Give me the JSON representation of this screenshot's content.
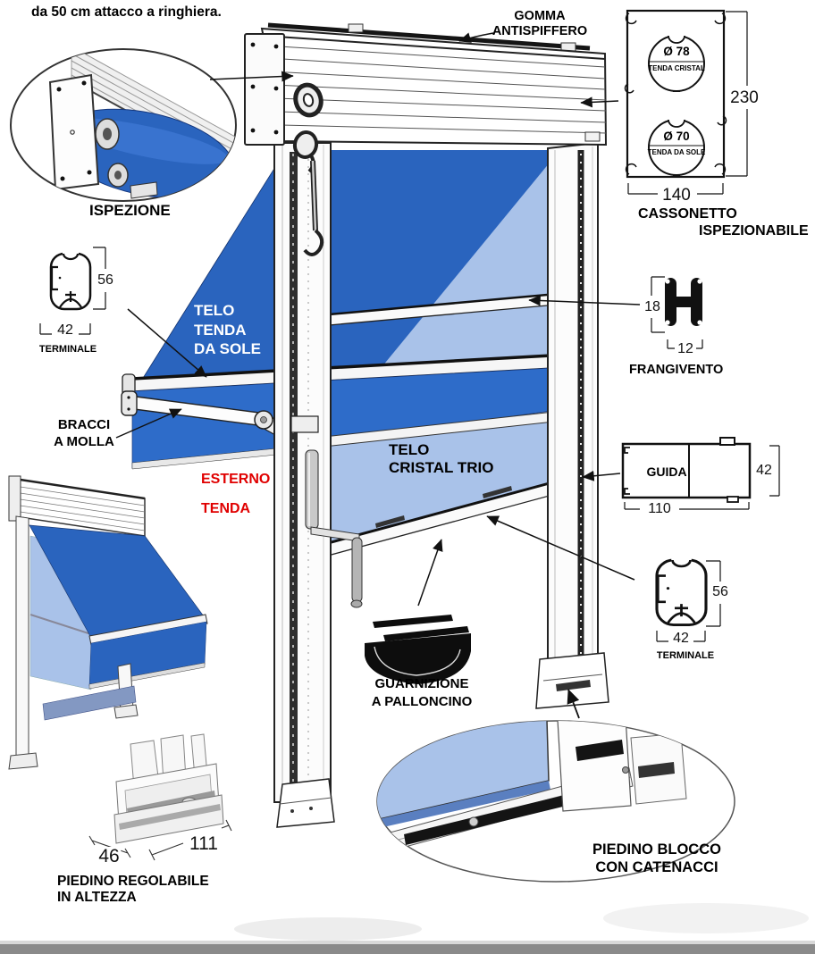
{
  "title": "da 50 cm attacco a ringhiera.",
  "colors": {
    "awning_dark_blue": "#2A64BE",
    "valance_blue": "#2E6CC9",
    "cristal_light_blue": "#A9C2E9",
    "accent_red": "#E00000",
    "line_black": "#111111",
    "footer_gray": "#8A8A8A"
  },
  "callouts": {
    "ispezione": {
      "label": "ISPEZIONE"
    },
    "gomma_antispiffero": {
      "label": "GOMMA\nANTISPIFFERO"
    },
    "cassonetto": {
      "caption_line1": "CASSONETTO",
      "caption_line2": "ISPEZIONABILE",
      "dim_height": "230",
      "dim_width": "140",
      "roller_cristal_diameter": "Ø 78",
      "roller_cristal_name": "TENDA CRISTAL",
      "roller_sole_diameter": "Ø 70",
      "roller_sole_name": "TENDA DA SOLE"
    },
    "terminale_left": {
      "label": "TERMINALE",
      "dim_height": "56",
      "dim_width": "42"
    },
    "telo_tenda_da_sole": {
      "label": "TELO\nTENDA\nDA SOLE"
    },
    "bracci_a_molla": {
      "label": "BRACCI\nA MOLLA"
    },
    "esterno_tenda": {
      "label": "ESTERNO\nTENDA"
    },
    "frangivento": {
      "label": "FRANGIVENTO",
      "dim_height": "18",
      "dim_width": "12"
    },
    "telo_cristal_trio": {
      "label": "TELO\nCRISTAL TRIO"
    },
    "guida": {
      "label": "GUIDA",
      "dim_height": "42",
      "dim_width": "110"
    },
    "terminale_right": {
      "label": "TERMINALE",
      "dim_height": "56",
      "dim_width": "42"
    },
    "guarnizione": {
      "label": "GUARNIZIONE\nA PALLONCINO"
    },
    "piedino_regolabile": {
      "label": "PIEDINO REGOLABILE\nIN ALTEZZA",
      "dim_depth": "46",
      "dim_width": "111"
    },
    "piedino_blocco": {
      "label": "PIEDINO BLOCCO\nCON CATENACCI"
    }
  }
}
